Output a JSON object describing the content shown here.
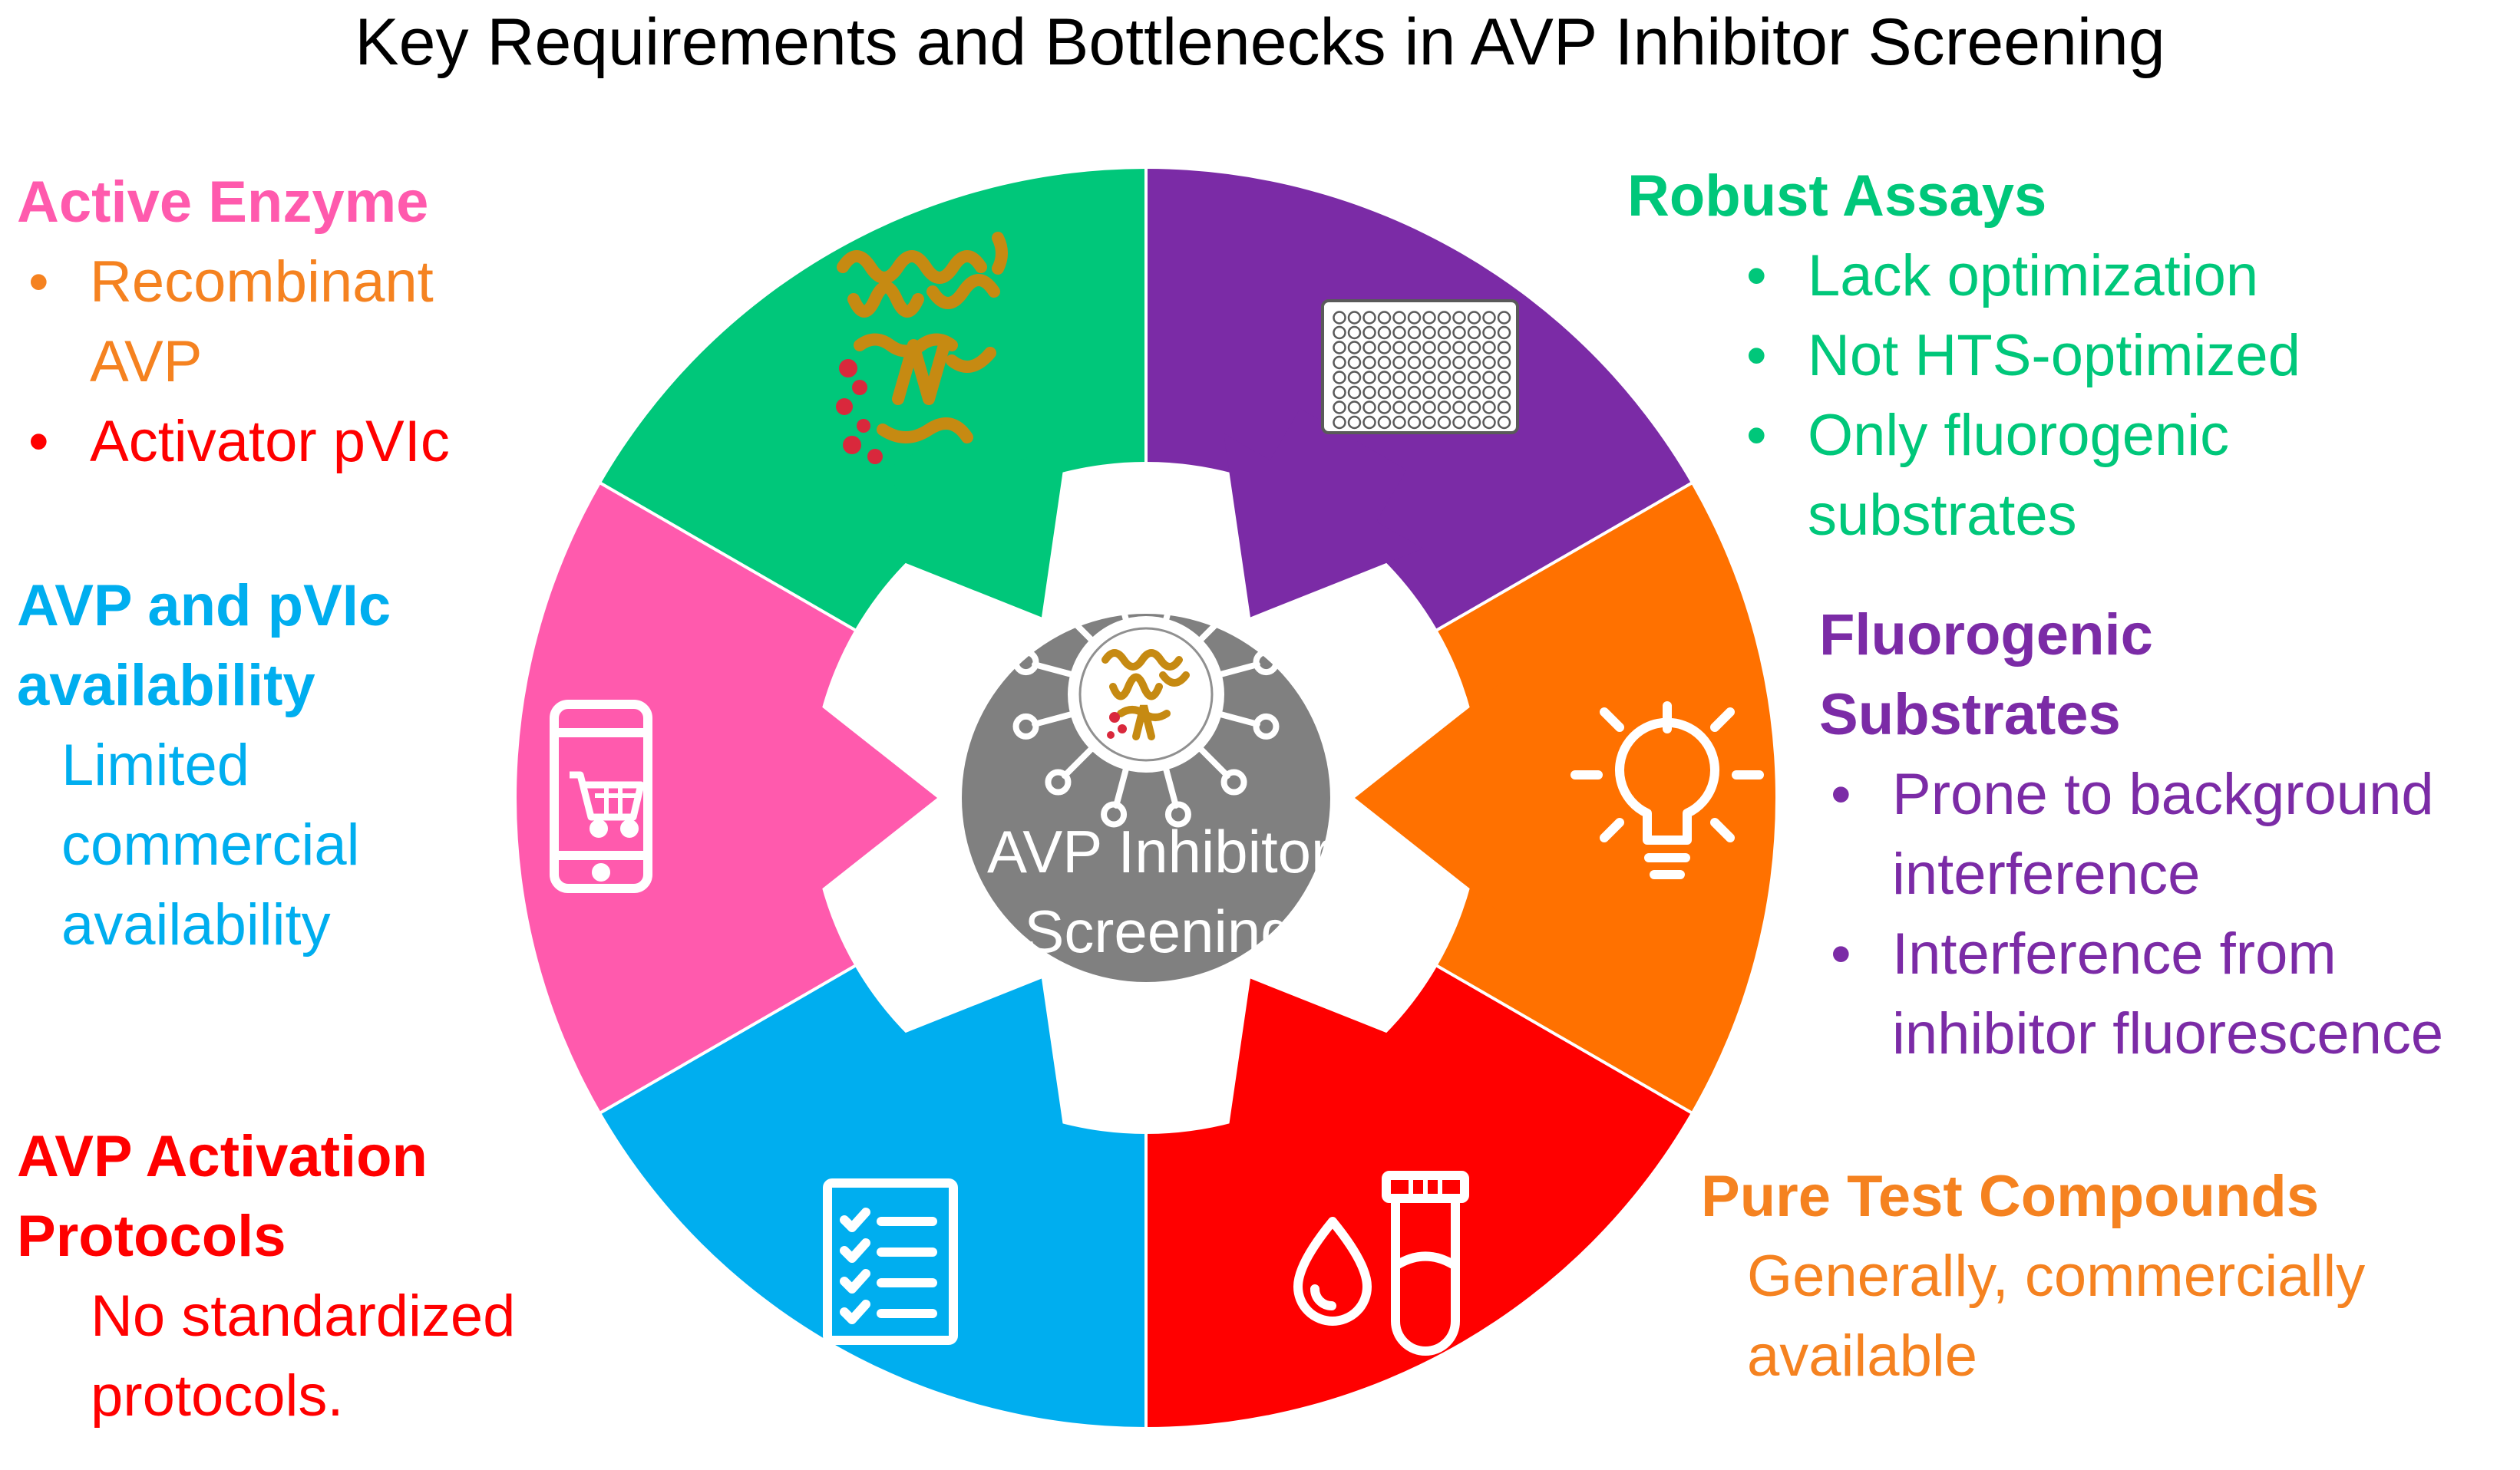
{
  "title": "Key Requirements and Bottlenecks in AVP Inhibitor Screening",
  "colors": {
    "pink": "#FF5AAD",
    "green": "#00C77A",
    "purple": "#7B2BA6",
    "orange": "#FF7100",
    "red": "#FF0000",
    "blue": "#00AEEF",
    "hub": "#808080",
    "orange_text": "#F58220"
  },
  "center": {
    "line1": "AVP Inhibitor",
    "line2": "Screening"
  },
  "icons": {
    "pink": "protein-structure",
    "green": "well-plate",
    "purple": "light-bulb",
    "orange": "test-tube-and-drop",
    "red": "checklist",
    "blue": "smartphone-shopping-cart",
    "center": "virus-with-protein"
  },
  "sections": {
    "active_enzyme": {
      "heading": "Active Enzyme",
      "bullet": "•",
      "item1_line1": "Recombinant",
      "item1_line2": "AVP",
      "item2": "Activator pVIc"
    },
    "robust_assays": {
      "heading": "Robust Assays",
      "bullet": "•",
      "item1": "Lack optimization",
      "item2": "Not HTS-optimized",
      "item3_line1": "Only fluorogenic",
      "item3_line2": "substrates"
    },
    "availability": {
      "heading_line1": "AVP and pVIc",
      "heading_line2": "availability",
      "line1": "Limited",
      "line2": "commercial",
      "line3": "availability"
    },
    "fluorogenic": {
      "heading_line1": "Fluorogenic",
      "heading_line2": "Substrates",
      "bullet": "•",
      "item1_line1": "Prone to background",
      "item1_line2": "interference",
      "item2_line1": "Interference from",
      "item2_line2": "inhibitor fluorescence"
    },
    "activation": {
      "heading_line1": "AVP Activation",
      "heading_line2": "Protocols",
      "line1": "No standardized",
      "line2": "protocols."
    },
    "compounds": {
      "heading": "Pure Test Compounds",
      "line1": "Generally, commercially",
      "line2": "available"
    }
  }
}
